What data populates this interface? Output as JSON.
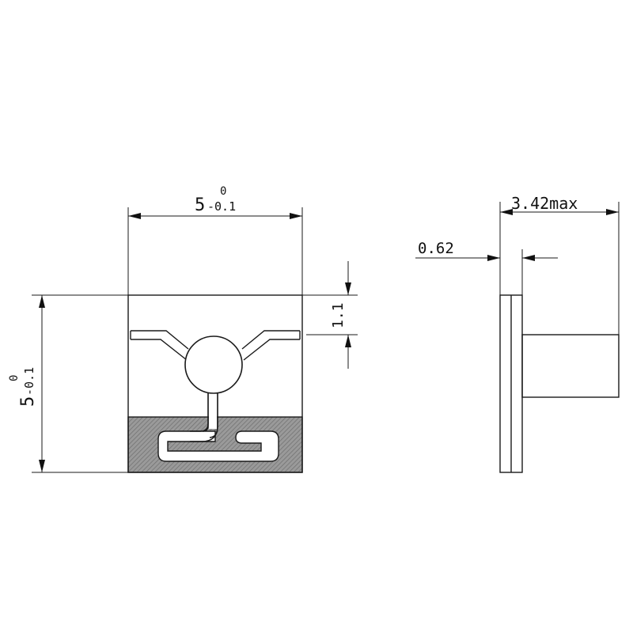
{
  "dimensions": {
    "top_width": {
      "nominal": "5",
      "upper_tol": "0",
      "lower_tol": "-0.1"
    },
    "left_height": {
      "nominal": "5",
      "upper_tol": "0",
      "lower_tol": "-0.1"
    },
    "pad_offset": "1.1",
    "side_plate_thickness": "0.62",
    "side_total_height": "3.42max"
  },
  "colors": {
    "line": "#1a1a1a",
    "hatch_fill": "#8a8a8a",
    "background": "#ffffff"
  }
}
